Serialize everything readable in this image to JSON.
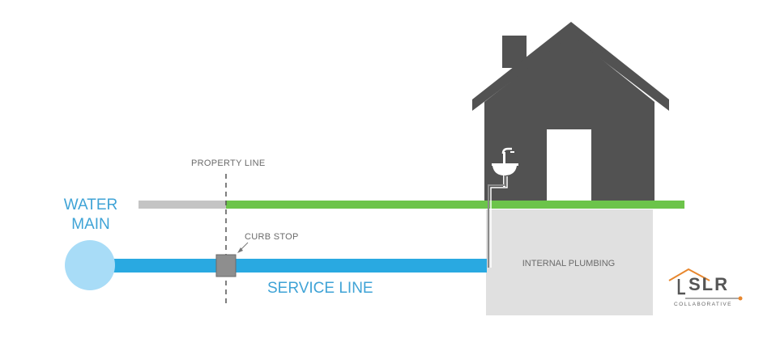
{
  "labels": {
    "water_main": "WATER MAIN",
    "property_line": "PROPERTY LINE",
    "curb_stop": "CURB STOP",
    "service_line": "SERVICE LINE",
    "internal_plumbing": "INTERNAL PLUMBING"
  },
  "logo": {
    "name": "SLR",
    "subtitle": "COLLABORATIVE"
  },
  "colors": {
    "water_blue": "#29a9e1",
    "water_main_fill": "#a8dcf7",
    "label_blue": "#3fa3d6",
    "grass_green": "#6cc44a",
    "public_ground_gray": "#c4c4c4",
    "house_gray": "#525252",
    "basement_gray": "#e0e0e0",
    "logo_orange": "#e8872e"
  }
}
